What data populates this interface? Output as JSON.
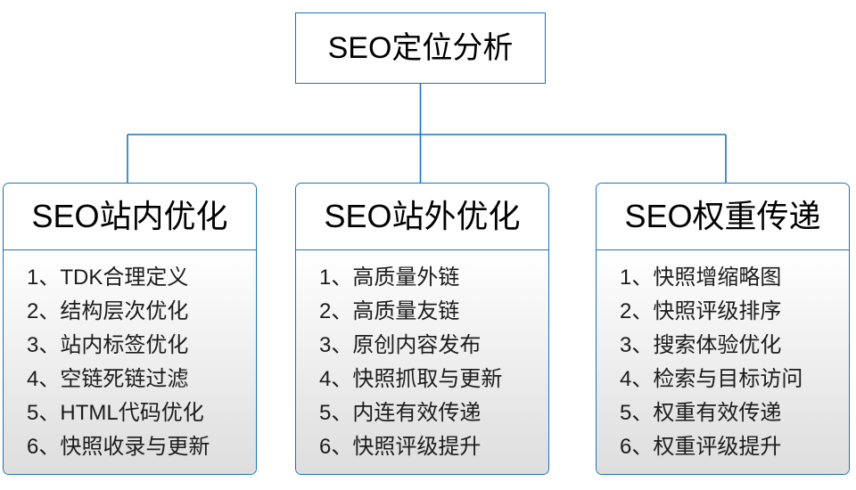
{
  "diagram": {
    "root": {
      "title": "SEO定位分析"
    },
    "accent_color": "#1a74b8",
    "text_color": "#000000",
    "columns": [
      {
        "header": "SEO站内优化",
        "items": [
          {
            "num": "1、",
            "text": "TDK合理定义"
          },
          {
            "num": "2、",
            "text": "结构层次优化"
          },
          {
            "num": "3、",
            "text": "站内标签优化"
          },
          {
            "num": "4、",
            "text": "空链死链过滤"
          },
          {
            "num": "5、",
            "text": "HTML代码优化"
          },
          {
            "num": "6、",
            "text": "快照收录与更新"
          }
        ]
      },
      {
        "header": "SEO站外优化",
        "items": [
          {
            "num": "1、",
            "text": "高质量外链"
          },
          {
            "num": "2、",
            "text": "高质量友链"
          },
          {
            "num": "3、",
            "text": "原创内容发布"
          },
          {
            "num": "4、",
            "text": "快照抓取与更新"
          },
          {
            "num": "5、",
            "text": "内连有效传递"
          },
          {
            "num": "6、",
            "text": "快照评级提升"
          }
        ]
      },
      {
        "header": "SEO权重传递",
        "items": [
          {
            "num": "1、",
            "text": "快照增缩略图"
          },
          {
            "num": "2、",
            "text": "快照评级排序"
          },
          {
            "num": "3、",
            "text": "搜索体验优化"
          },
          {
            "num": "4、",
            "text": "检索与目标访问"
          },
          {
            "num": "5、",
            "text": "权重有效传递"
          },
          {
            "num": "6、",
            "text": "权重评级提升"
          }
        ]
      }
    ]
  }
}
